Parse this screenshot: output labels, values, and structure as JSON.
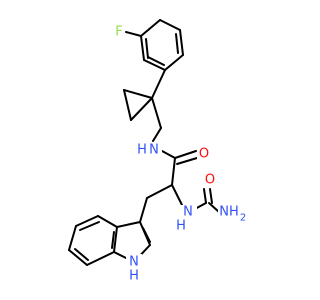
{
  "atoms": {
    "fluorine": {
      "text": "F",
      "color": "#90e050"
    },
    "amide_nh": {
      "text": "N",
      "h": "H",
      "color": "#3050f8"
    },
    "amide_o": {
      "text": "O",
      "color": "#ff0d0d"
    },
    "urea_nh": {
      "text": "N",
      "h": "H",
      "color": "#3050f8"
    },
    "urea_o": {
      "text": "O",
      "color": "#ff0d0d"
    },
    "urea_nh2": {
      "text": "NH",
      "sub": "2",
      "color": "#3050f8"
    },
    "indole_nh": {
      "text": "N",
      "h": "H",
      "color": "#3050f8"
    }
  },
  "colors": {
    "bond": "#000000",
    "background": "#ffffff"
  }
}
